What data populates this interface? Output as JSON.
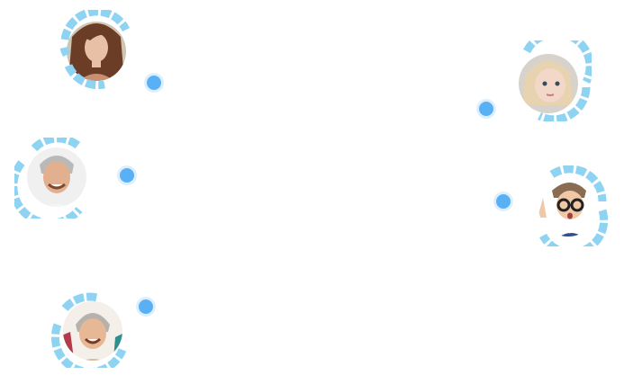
{
  "colors": {
    "ring": "#8fd3f3",
    "dot": "#5ab0f5",
    "background": "#ffffff"
  },
  "people": [
    {
      "id": "young-woman",
      "icon": "young-woman-portrait",
      "tone": "#e7c0a6",
      "hair": "#6b3d26",
      "bg": "#cfc5b0",
      "clothes": "#c89070"
    },
    {
      "id": "older-man",
      "icon": "older-man-portrait",
      "tone": "#e2b08e",
      "hair": "#b9b9b9",
      "bg": "#f0f0f0",
      "clothes": "#f5f5f5"
    },
    {
      "id": "older-woman",
      "icon": "older-woman-portrait",
      "tone": "#e6b896",
      "hair": "#b5b2ae",
      "bg": "#f4efe8",
      "clothes": "#b23a4a"
    },
    {
      "id": "little-girl",
      "icon": "little-girl-portrait",
      "tone": "#f3d7c8",
      "hair": "#e8d3b0",
      "bg": "#d8d2cd",
      "clothes": "#6a5a52"
    },
    {
      "id": "boy-glasses",
      "icon": "boy-with-glasses-portrait",
      "tone": "#f0c8a6",
      "hair": "#8a6c52",
      "bg": "#ffffff",
      "clothes": "#2f4f8f"
    }
  ]
}
